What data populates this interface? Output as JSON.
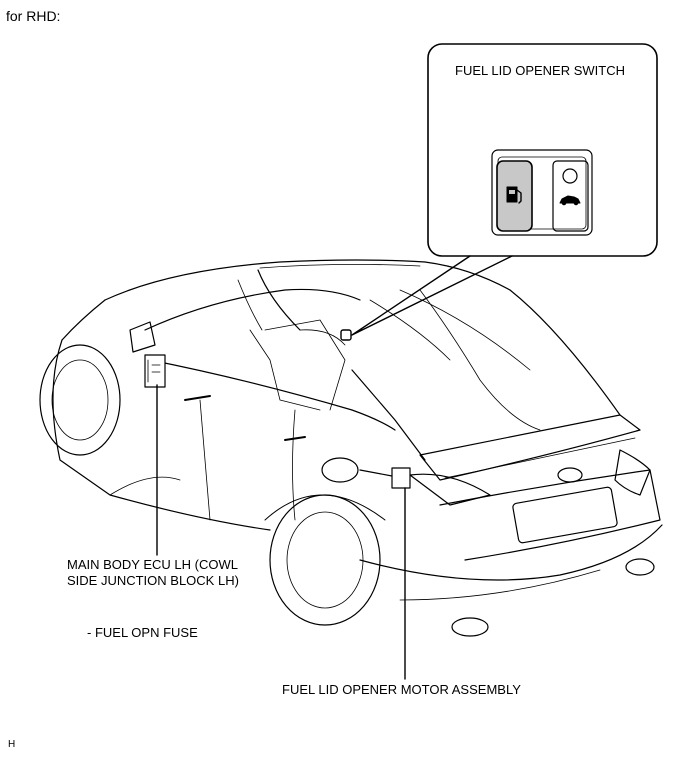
{
  "heading": "for RHD:",
  "inset": {
    "title": "FUEL LID OPENER SWITCH",
    "left_icon": "fuel-pump-icon",
    "right_icon": "car-trunk-icon"
  },
  "labels": {
    "ecu": "MAIN BODY ECU LH (COWL SIDE JUNCTION BLOCK LH)",
    "fuse": "- FUEL OPN FUSE",
    "motor": "FUEL LID OPENER MOTOR ASSEMBLY"
  },
  "diagram_code": "H"
}
